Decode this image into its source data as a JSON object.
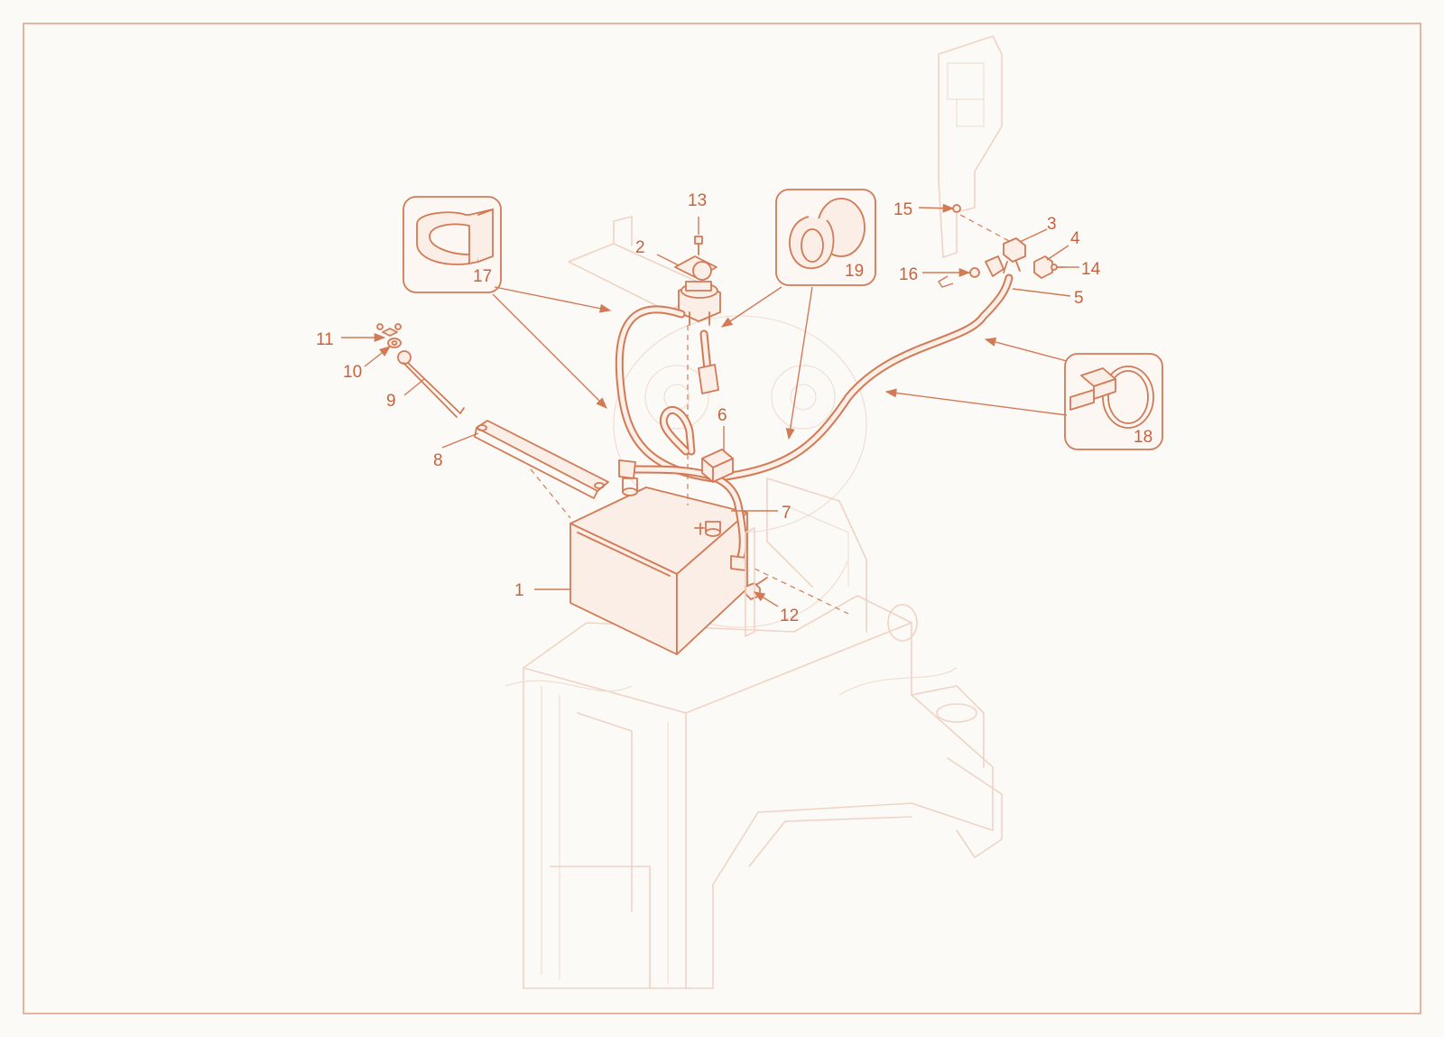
{
  "diagram": {
    "callouts": [
      "1",
      "2",
      "3",
      "4",
      "5",
      "6",
      "7",
      "8",
      "9",
      "10",
      "11",
      "12",
      "13",
      "14",
      "15",
      "16",
      "17",
      "18",
      "19"
    ],
    "colors": {
      "accent": "#d27a56",
      "label": "#c8623d",
      "ghost": "#efd3c5",
      "paper": "#fcfaf6"
    }
  }
}
